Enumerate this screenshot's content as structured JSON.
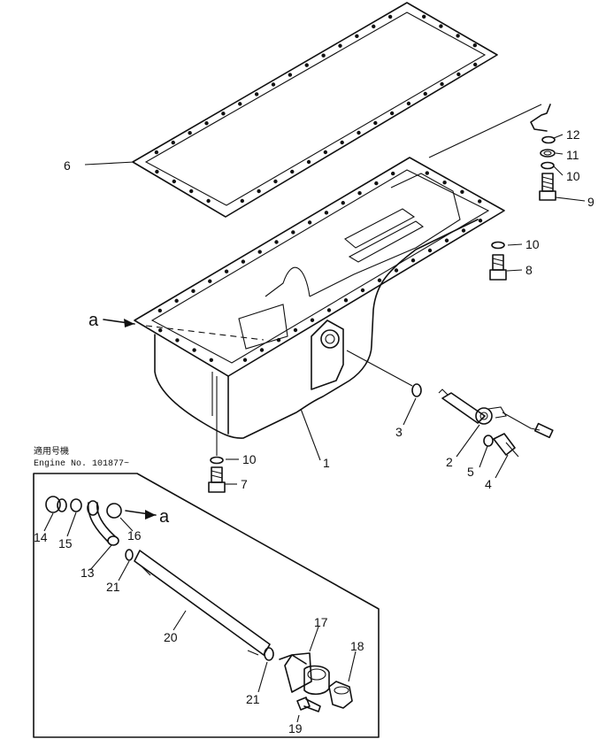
{
  "inset": {
    "note_line1": "適用号機",
    "note_line2": "Engine  No. 101877~"
  },
  "callouts": {
    "c1": "1",
    "c2": "2",
    "c3": "3",
    "c4": "4",
    "c5": "5",
    "c6": "6",
    "c7": "7",
    "c8": "8",
    "c9": "9",
    "c10a": "10",
    "c10b": "10",
    "c10c": "10",
    "c11": "11",
    "c12": "12",
    "c13": "13",
    "c14": "14",
    "c15": "15",
    "c16": "16",
    "c17": "17",
    "c18": "18",
    "c19": "19",
    "c20": "20",
    "c21a": "21",
    "c21b": "21",
    "ref_a_main": "a",
    "ref_a_inset": "a"
  }
}
